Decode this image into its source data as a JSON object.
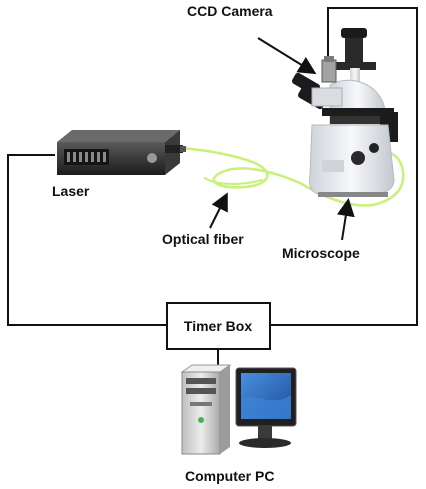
{
  "labels": {
    "ccd_camera": "CCD Camera",
    "laser": "Laser",
    "optical_fiber": "Optical fiber",
    "microscope": "Microscope",
    "timer_box": "Timer Box",
    "computer_pc": "Computer PC"
  },
  "colors": {
    "wire": "#111111",
    "fiber": "#c8f07a",
    "laser_body": "#2b2b2b",
    "microscope_body": "#e9ecef",
    "microscope_dark": "#1c1c1c",
    "monitor_screen": "#2a6fc9",
    "pc_tower": "#d8d8d8"
  },
  "icons": {
    "laser": "laser-device-icon",
    "microscope": "inverted-microscope-icon",
    "ccd_camera": "ccd-camera-icon",
    "computer": "desktop-computer-icon"
  }
}
